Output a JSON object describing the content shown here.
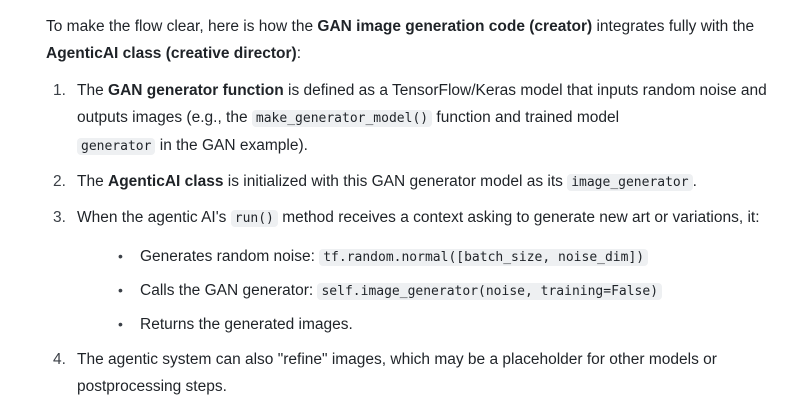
{
  "intro": {
    "t1": "To make the flow clear, here is how the ",
    "b1": "GAN image generation code (creator)",
    "t2": " integrates fully with the ",
    "b2": "AgenticAI class (creative director)",
    "t3": ":"
  },
  "steps": [
    {
      "num": "1.",
      "t1": "The ",
      "b1": "GAN generator function",
      "t2": " is defined as a TensorFlow/Keras model that inputs random noise and outputs images (e.g., the ",
      "c1": "make_generator_model()",
      "t3": " function and trained model ",
      "c2": "generator",
      "t4": " in the GAN example)."
    },
    {
      "num": "2.",
      "t1": "The ",
      "b1": "AgenticAI class",
      "t2": " is initialized with this GAN generator model as its ",
      "c1": "image_generator",
      "t3": "."
    },
    {
      "num": "3.",
      "t1": "When the agentic AI's ",
      "c1": "run()",
      "t2": " method receives a context asking to generate new art or variations, it:",
      "subs": [
        {
          "bullet": "•",
          "text": "Generates random noise: ",
          "code": "tf.random.normal([batch_size, noise_dim])"
        },
        {
          "bullet": "•",
          "text": "Calls the GAN generator: ",
          "code": "self.image_generator(noise, training=False)"
        },
        {
          "bullet": "•",
          "text": "Returns the generated images.",
          "code": ""
        }
      ]
    },
    {
      "num": "4.",
      "t1": "The agentic system can also \"refine\" images, which may be a placeholder for other models or postprocessing steps."
    }
  ]
}
